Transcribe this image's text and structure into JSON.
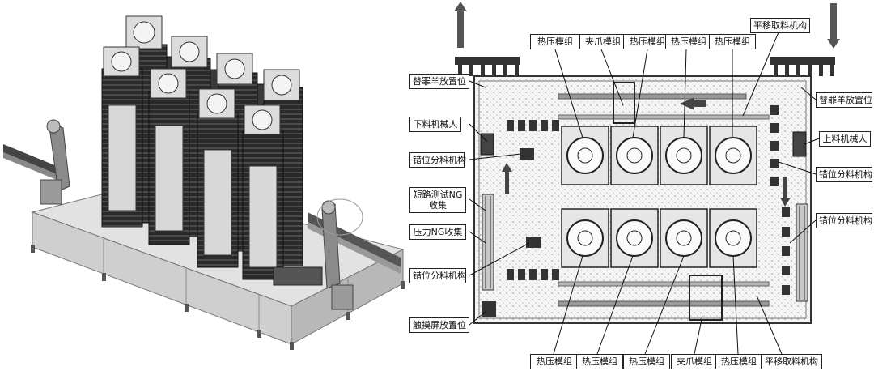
{
  "labels": {
    "heat_press": "热压模组",
    "clamp": "夹爪模组",
    "translate_pick": "平移取料机构",
    "dummy_place": "替罪羊放置位",
    "unload_robot": "下料机械人",
    "load_robot": "上料机械人",
    "offset_sorter": "错位分料机构",
    "short_ng": "短路测试NG收集",
    "pressure_ng": "压力NG收集",
    "touch_place": "触摸屏放置位"
  },
  "colors": {
    "line": "#111111",
    "arrow": "#555555",
    "machine_dark": "#1b1b1b",
    "machine_gray": "#9a9a9a",
    "machine_light": "#d9d9d9",
    "frame": "#bdbdbd"
  }
}
